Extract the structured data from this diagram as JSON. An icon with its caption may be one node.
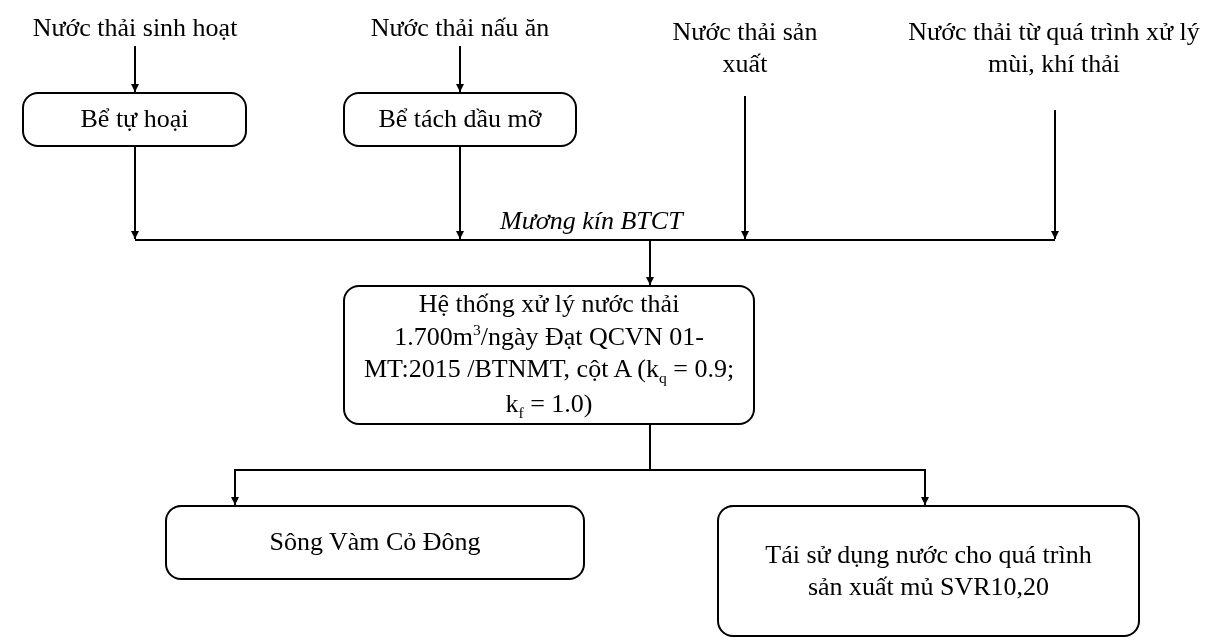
{
  "diagram": {
    "nodes": [
      {
        "text": [
          "Nước thải sinh hoạt"
        ]
      },
      {
        "text": [
          "Nước thải nấu ăn"
        ]
      },
      {
        "text": [
          "Nước thải sản xuất"
        ]
      },
      {
        "text": [
          "Nước thải từ quá trình xử lý mùi, khí thải"
        ]
      },
      {
        "text": [
          "Bể tự hoại"
        ]
      },
      {
        "text": [
          "Bể tách dầu mỡ"
        ]
      },
      {
        "text": [],
        "shape": "bar",
        "beside": [
          "Mương kín BTCT"
        ]
      },
      {
        "text": [
          "Hệ thống xử lý nước thải 1.700m$^{3}$/ngày Đạt QCVN 01-MT:2015 /BTNMT, cột A (k$_{q}$ = 0.9; k$_{f}$ = 1.0)"
        ]
      },
      {
        "text": [
          "Sông Vàm Cỏ Đông"
        ]
      },
      {
        "text": [
          "Tái sử dụng nước cho quá trình sản xuất mủ SVR10,20"
        ]
      }
    ],
    "edges": [
      {
        "from": 0,
        "to": 4,
        "arrow": "to"
      },
      {
        "from": 1,
        "to": 5,
        "arrow": "to"
      },
      {
        "from": 4,
        "to": 6,
        "arrow": "to"
      },
      {
        "from": 5,
        "to": 6,
        "arrow": "to"
      },
      {
        "from": 2,
        "to": 6,
        "arrow": "to"
      },
      {
        "from": 3,
        "to": 6,
        "arrow": "to"
      },
      {
        "from": 6,
        "to": 7,
        "arrow": "to"
      },
      {
        "from": 7,
        "to": 8,
        "arrow": "to"
      },
      {
        "from": 7,
        "to": 9,
        "arrow": "to"
      }
    ]
  }
}
